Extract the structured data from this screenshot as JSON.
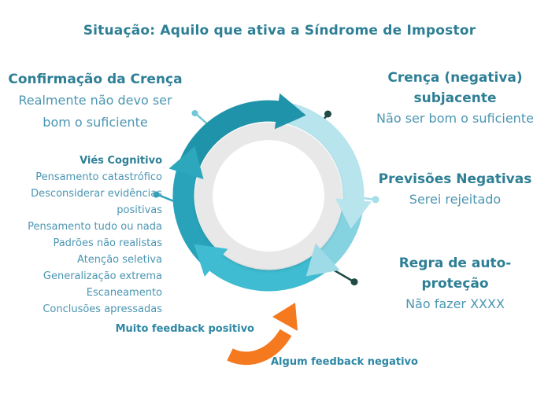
{
  "title": "Situação: Aquilo que ativa a Síndrome de Impostor",
  "left": {
    "confirmation": {
      "heading": "Confirmação da Crença",
      "body_line1": "Realmente não devo ser",
      "body_line2": "bom o suficiente"
    },
    "bias": {
      "heading": "Viés Cognitivo",
      "items": [
        "Pensamento catastrófico",
        "Desconsiderar evidências positivas",
        "Pensamento tudo ou nada",
        "Padrões não realistas",
        "Atenção seletiva",
        "Generalização extrema",
        "Escaneamento",
        "Conclusões apressadas"
      ]
    }
  },
  "right": {
    "belief": {
      "heading": "Crença (negativa) subjacente",
      "body": "Não ser bom o suficiente"
    },
    "predictions": {
      "heading": "Previsões Negativas",
      "body": "Serei rejeitado"
    },
    "rule": {
      "heading": "Regra de auto-proteção",
      "body": "Não fazer XXXX"
    }
  },
  "bottom": {
    "positive_label": "Muito feedback positivo",
    "negative_label": "Algum feedback negativo"
  },
  "wheel": {
    "segment_dark": "#1f93a9",
    "segment_pale": "#b7e4ed",
    "segment_light": "#85d2e1",
    "segment_light_arrow": "#9fdbe7",
    "segment_medium": "#3fbcd1",
    "segment_left": "#28a3b9",
    "segment_left_arrow": "#2ca7bc",
    "inner_ring": "#e8e8e8",
    "connector_teal_light": "#72c8d8",
    "connector_teal": "#2aa5ba",
    "connector_pale": "#a5dde8",
    "connector_dark": "#1f4a45",
    "orange": "#f4791f",
    "heading_color": "#2e7f95",
    "body_color": "#4b96b2"
  }
}
